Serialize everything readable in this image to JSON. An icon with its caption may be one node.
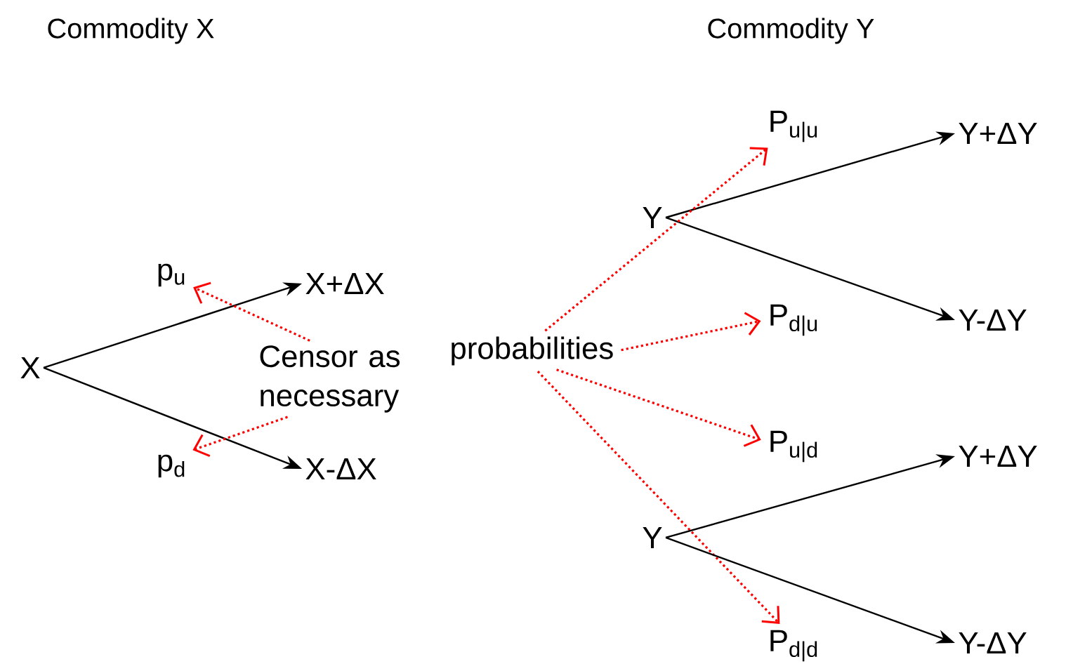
{
  "diagram": {
    "nodes": [
      {
        "text": [
          "X"
        ]
      },
      {
        "text": [
          "p$_{u}$"
        ]
      },
      {
        "text": [
          "p$_{d}$"
        ]
      },
      {
        "text": [
          "X+ΔX"
        ]
      },
      {
        "text": [
          "X-ΔX"
        ]
      },
      {
        "text": [
          "Censor as necessary"
        ]
      },
      {
        "text": [
          "probabilities"
        ]
      },
      {
        "text": [
          "Y"
        ]
      },
      {
        "text": [
          "P$_{u|u}$"
        ]
      },
      {
        "text": [
          "P$_{d|u}$"
        ]
      },
      {
        "text": [
          "Y+ΔY"
        ]
      },
      {
        "text": [
          "Y-ΔY"
        ]
      },
      {
        "text": [
          "Y"
        ]
      },
      {
        "text": [
          "P$_{u|d}$"
        ]
      },
      {
        "text": [
          "P$_{d|d}$"
        ]
      },
      {
        "text": [
          "Y+ΔY"
        ]
      },
      {
        "text": [
          "Y-ΔY"
        ]
      }
    ],
    "edges": [
      {
        "from": 0,
        "to": 3,
        "arrow": "to"
      },
      {
        "from": 0,
        "to": 4,
        "arrow": "to"
      },
      {
        "from": 5,
        "to": 1,
        "arrow": "to",
        "style": "dashed",
        "color": "#ff0000"
      },
      {
        "from": 5,
        "to": 2,
        "arrow": "to",
        "style": "dashed",
        "color": "#ff0000"
      },
      {
        "from": 7,
        "to": 10,
        "arrow": "to"
      },
      {
        "from": 7,
        "to": 11,
        "arrow": "to"
      },
      {
        "from": 6,
        "to": 8,
        "arrow": "to",
        "style": "dashed",
        "color": "#ff0000"
      },
      {
        "from": 6,
        "to": 9,
        "arrow": "to",
        "style": "dashed",
        "color": "#ff0000"
      },
      {
        "from": 6,
        "to": 13,
        "arrow": "to",
        "style": "dashed",
        "color": "#ff0000"
      },
      {
        "from": 6,
        "to": 14,
        "arrow": "to",
        "style": "dashed",
        "color": "#ff0000"
      },
      {
        "from": 12,
        "to": 15,
        "arrow": "to"
      },
      {
        "from": 12,
        "to": 16,
        "arrow": "to"
      }
    ],
    "labels": [
      "Commodity X",
      "Commodity Y"
    ]
  }
}
